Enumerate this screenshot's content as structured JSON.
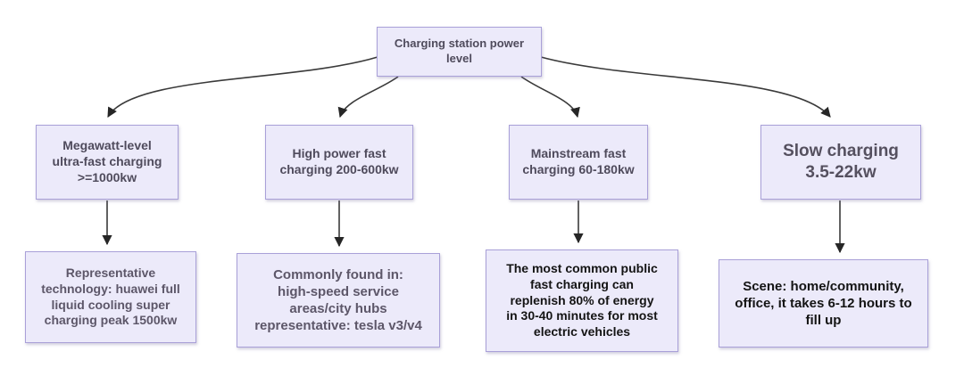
{
  "diagram": {
    "type": "flowchart",
    "root": {
      "id": "charging-station-power-level",
      "label": "Charging station power level"
    },
    "level2": [
      {
        "id": "megawatt-ultra-fast",
        "label": "Megawatt-level\nultra-fast charging\n>=1000kw"
      },
      {
        "id": "high-power-fast",
        "label": "High power fast\ncharging 200-600kw"
      },
      {
        "id": "mainstream-fast",
        "label": "Mainstream fast\ncharging 60-180kw"
      },
      {
        "id": "slow-charging",
        "label": "Slow charging\n3.5-22kw"
      }
    ],
    "level3": [
      {
        "id": "megawatt-detail",
        "label": "Representative\ntechnology: huawei full\nliquid cooling super\ncharging peak 1500kw"
      },
      {
        "id": "high-power-detail",
        "label": "Commonly found in:\nhigh-speed service\nareas/city hubs\nrepresentative: tesla v3/v4"
      },
      {
        "id": "mainstream-detail",
        "label": "The most common public\nfast charging can\nreplenish 80% of energy\nin 30-40 minutes for most\nelectric vehicles"
      },
      {
        "id": "slow-detail",
        "label": "Scene: home/community,\noffice, it takes 6-12 hours to\nfill up"
      }
    ],
    "colors": {
      "canvas_bg": "#ffffff",
      "node_fill": "#eceafa",
      "node_border": "#a9a0d8",
      "edge_stroke": "#3a3a3a",
      "arrowhead_fill": "#262626",
      "text_primary": "#4f4b5c",
      "text_emphasis": "#141414"
    }
  }
}
